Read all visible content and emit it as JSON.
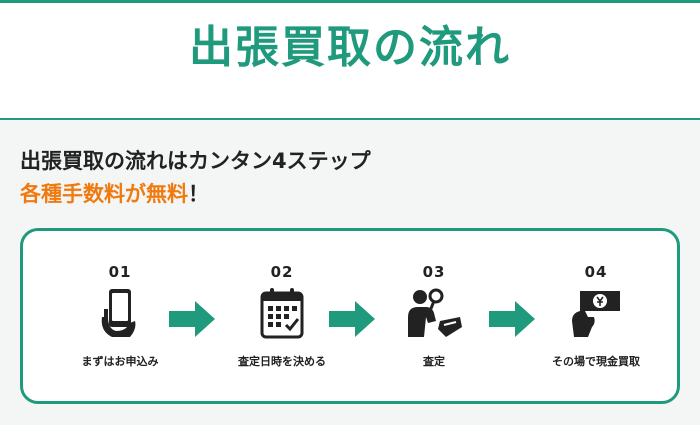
{
  "header": {
    "title": "出張買取の流れ"
  },
  "intro": {
    "line1": "出張買取の流れはカンタン4ステップ",
    "line2_accent": "各種手数料が無料",
    "line2_rest": "！"
  },
  "steps": [
    {
      "number": "01",
      "label": "まずはお申込み",
      "icon": "hand-holding-phone-icon"
    },
    {
      "number": "02",
      "label": "査定日時を決める",
      "icon": "calendar-icon"
    },
    {
      "number": "03",
      "label": "査定",
      "icon": "appraiser-magnifier-icon"
    },
    {
      "number": "04",
      "label": "その場で現金買取",
      "icon": "hand-holding-cash-icon"
    }
  ],
  "colors": {
    "brand": "#1f9a7d",
    "accent": "#f07a10",
    "text": "#222222"
  }
}
